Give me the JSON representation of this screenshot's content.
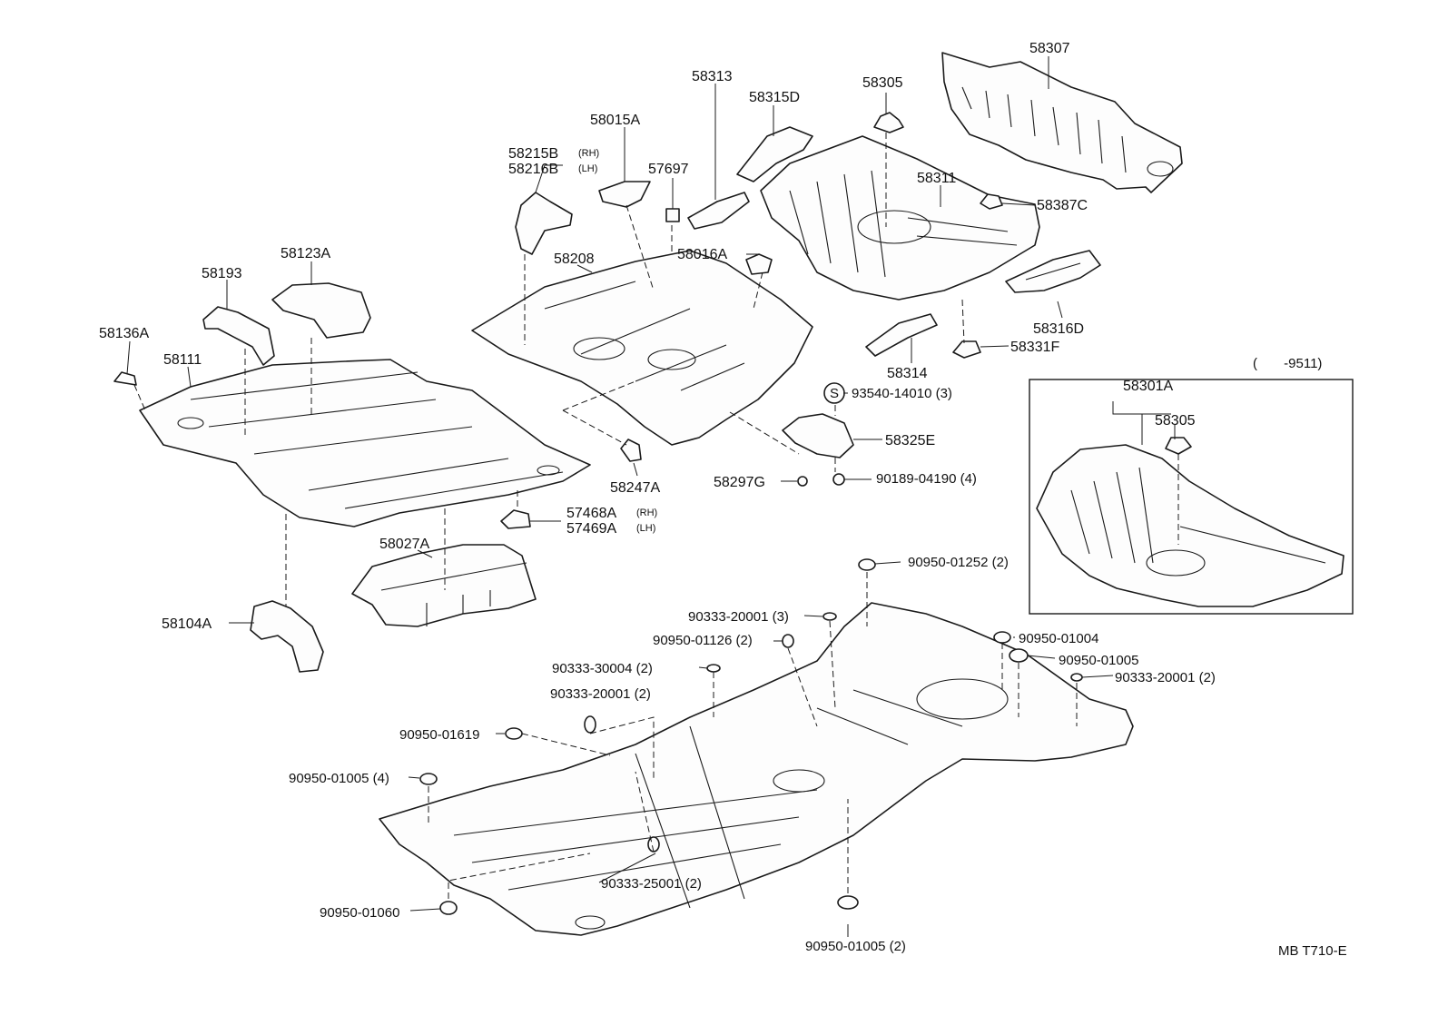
{
  "labels": {
    "p58307": "58307",
    "p58313": "58313",
    "p58315D": "58315D",
    "p58305": "58305",
    "p58015A": "58015A",
    "p58215B": "58215B",
    "p58216B": "58216B",
    "rh": "(RH)",
    "lh": "(LH)",
    "p57697": "57697",
    "p58311": "58311",
    "p58387C": "58387C",
    "p58123A": "58123A",
    "p58193": "58193",
    "p58208": "58208",
    "p58016A": "58016A",
    "p58136A": "58136A",
    "p58111": "58111",
    "p58316D": "58316D",
    "p58331F": "58331F",
    "p58314": "58314",
    "year_range": "(       -9511)",
    "s_symbol": "S",
    "p93540": "93540-14010 (3)",
    "p58301A": "58301A",
    "p58305b": "58305",
    "p58325E": "58325E",
    "p58297G": "58297G",
    "p90189": "90189-04190 (4)",
    "p58247A": "58247A",
    "p57468A": "57468A",
    "p57469A": "57469A",
    "p58027A": "58027A",
    "p58104A": "58104A",
    "p90950_01252": "90950-01252 (2)",
    "p90333_20001_3": "90333-20001 (3)",
    "p90950_01004": "90950-01004",
    "p90950_01126": "90950-01126 (2)",
    "p90950_01005": "90950-01005",
    "p90333_30004": "90333-30004 (2)",
    "p90333_20001_2b": "90333-20001 (2)",
    "p90333_20001_2a": "90333-20001 (2)",
    "p90950_01619": "90950-01619",
    "p90950_01005_4": "90950-01005 (4)",
    "p90333_25001": "90333-25001 (2)",
    "p90950_01060": "90950-01060",
    "p90950_01005_2": "90950-01005 (2)",
    "footer_code": "MB T710-E"
  }
}
